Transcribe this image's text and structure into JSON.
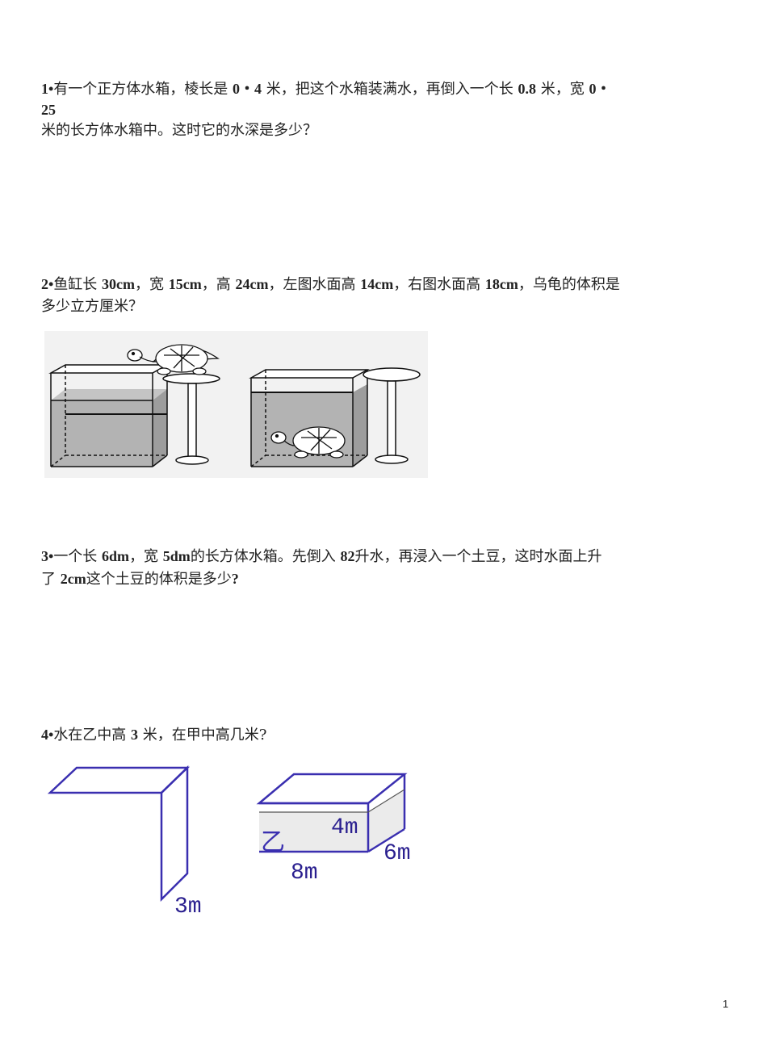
{
  "q1": {
    "num": "1•",
    "p1": "有一个正方体水箱，棱长是",
    "v1": "0・4",
    "p2": "米，把这个水箱装满水，再倒入一个长",
    "v2": "0.8",
    "p3": "米，宽",
    "v3": "0・",
    "v4": "25",
    "line3": "米的长方体水箱中。这时它的水深是多少？"
  },
  "q2": {
    "num": "2•",
    "p1": "鱼缸长",
    "v1": "30cm",
    "p2": "，宽",
    "v2": "15cm",
    "p3": "，高",
    "v3": "24cm",
    "p4": "，左图水面高",
    "v4": "14cm",
    "p5": "，右图水面高",
    "v5": "18cm",
    "p6": "，乌龟的体积是",
    "line2": "多少立方厘米？"
  },
  "q3": {
    "num": "3•",
    "p1": "一个长",
    "v1": "6dm",
    "p2": "，宽",
    "v2": "5dm",
    "p3": "的长方体水箱。先倒入",
    "v3": "82",
    "p4": "升水，再浸入一个土豆，这时水面上升",
    "p5": "了",
    "v4": "2cm",
    "p6": "这个土豆的体积是多少",
    "v5": "?"
  },
  "q4": {
    "num": "4•",
    "p1": "水在乙中高",
    "v1": "3",
    "p2": "米，在甲中高几米?"
  },
  "fig4": {
    "label_3m": "3m",
    "label_4m": "4m",
    "label_yi": "乙",
    "label_8m": "8m",
    "label_6m": "6m",
    "line_color": "#3a2fb0"
  },
  "page_number": "1"
}
